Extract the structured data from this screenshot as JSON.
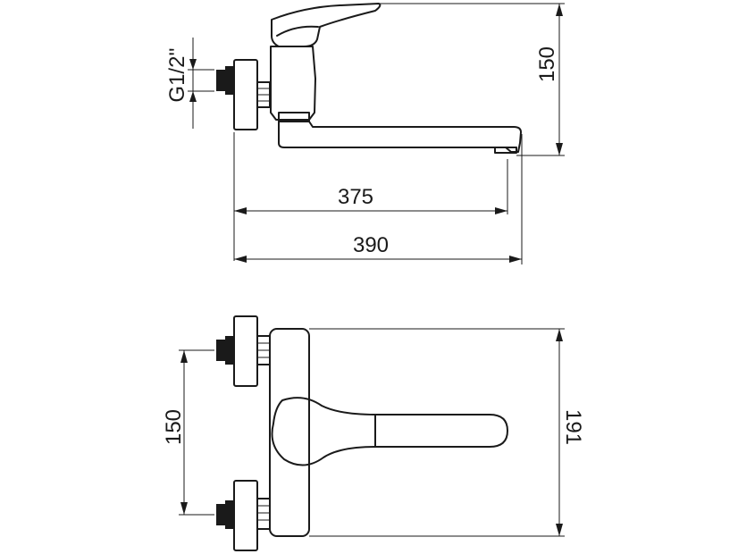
{
  "dimensions": {
    "side_view": {
      "height": "150",
      "length_to_spout": "375",
      "total_length": "390",
      "thread": "G1/2''"
    },
    "bottom_view": {
      "inlet_spacing": "150",
      "overall_width": "191"
    }
  }
}
